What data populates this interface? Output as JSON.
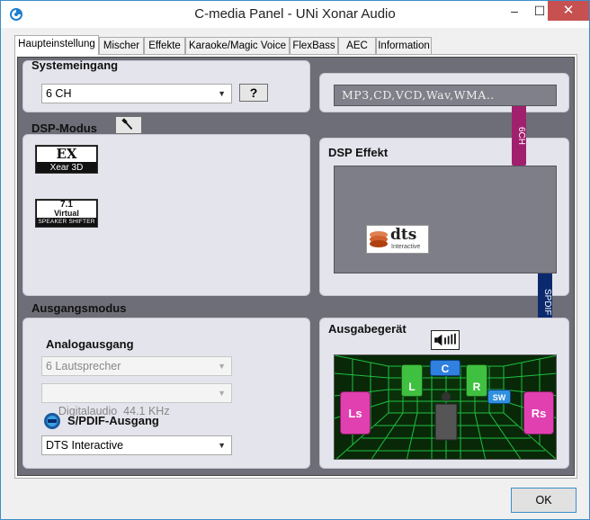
{
  "window": {
    "title": "C-media Panel - UNi Xonar Audio",
    "minimize": "–",
    "maximize": "☐",
    "close": "✕"
  },
  "tabs": [
    {
      "label": "Haupteinstellung",
      "active": true
    },
    {
      "label": "Mischer"
    },
    {
      "label": "Effekte"
    },
    {
      "label": "Karaoke/Magic Voice"
    },
    {
      "label": "FlexBass"
    },
    {
      "label": "AEC"
    },
    {
      "label": "Information"
    }
  ],
  "systemeingang": {
    "label": "Systemeingang",
    "select_value": "6 CH",
    "help_label": "?",
    "display_text": "MP3,CD,VCD,Wav,WMA.."
  },
  "dsp_modus": {
    "label": "DSP-Modus",
    "xear": {
      "top": "EX",
      "bottom": "Xear 3D"
    },
    "virtual": {
      "top": "7.1",
      "middle": "Virtual",
      "bottom": "SPEAKER SHIFTER"
    }
  },
  "dsp_effekt": {
    "label": "DSP Effekt",
    "dts_logo": "dts",
    "dts_sub": "Interactive"
  },
  "signal_labels": {
    "ch6": "6CH",
    "spdif_out": "SPDIF OUT"
  },
  "ausgangsmodus": {
    "label": "Ausgangsmodus",
    "analog_label": "Analogausgang",
    "analog_value": "6 Lautsprecher",
    "digital_value": "Digitalaudio  44.1 KHz",
    "spdif_label": "S/PDIF-Ausgang",
    "spdif_value": "DTS Interactive"
  },
  "ausgabegeraet": {
    "label": "Ausgabegerät",
    "speakers": {
      "l": "L",
      "c": "C",
      "r": "R",
      "sw": "SW",
      "ls": "Ls",
      "rs": "Rs"
    }
  },
  "footer": {
    "ok": "OK"
  },
  "colors": {
    "panel_bg": "#6e6e78",
    "box_bg": "#e4e4ec",
    "ch6_bar": "#a0206e",
    "spdif_bar": "#0b2a6e",
    "room_green": "#20c040",
    "speaker_pink": "#e040b0",
    "speaker_green": "#40c040",
    "speaker_blue": "#3080e0"
  }
}
